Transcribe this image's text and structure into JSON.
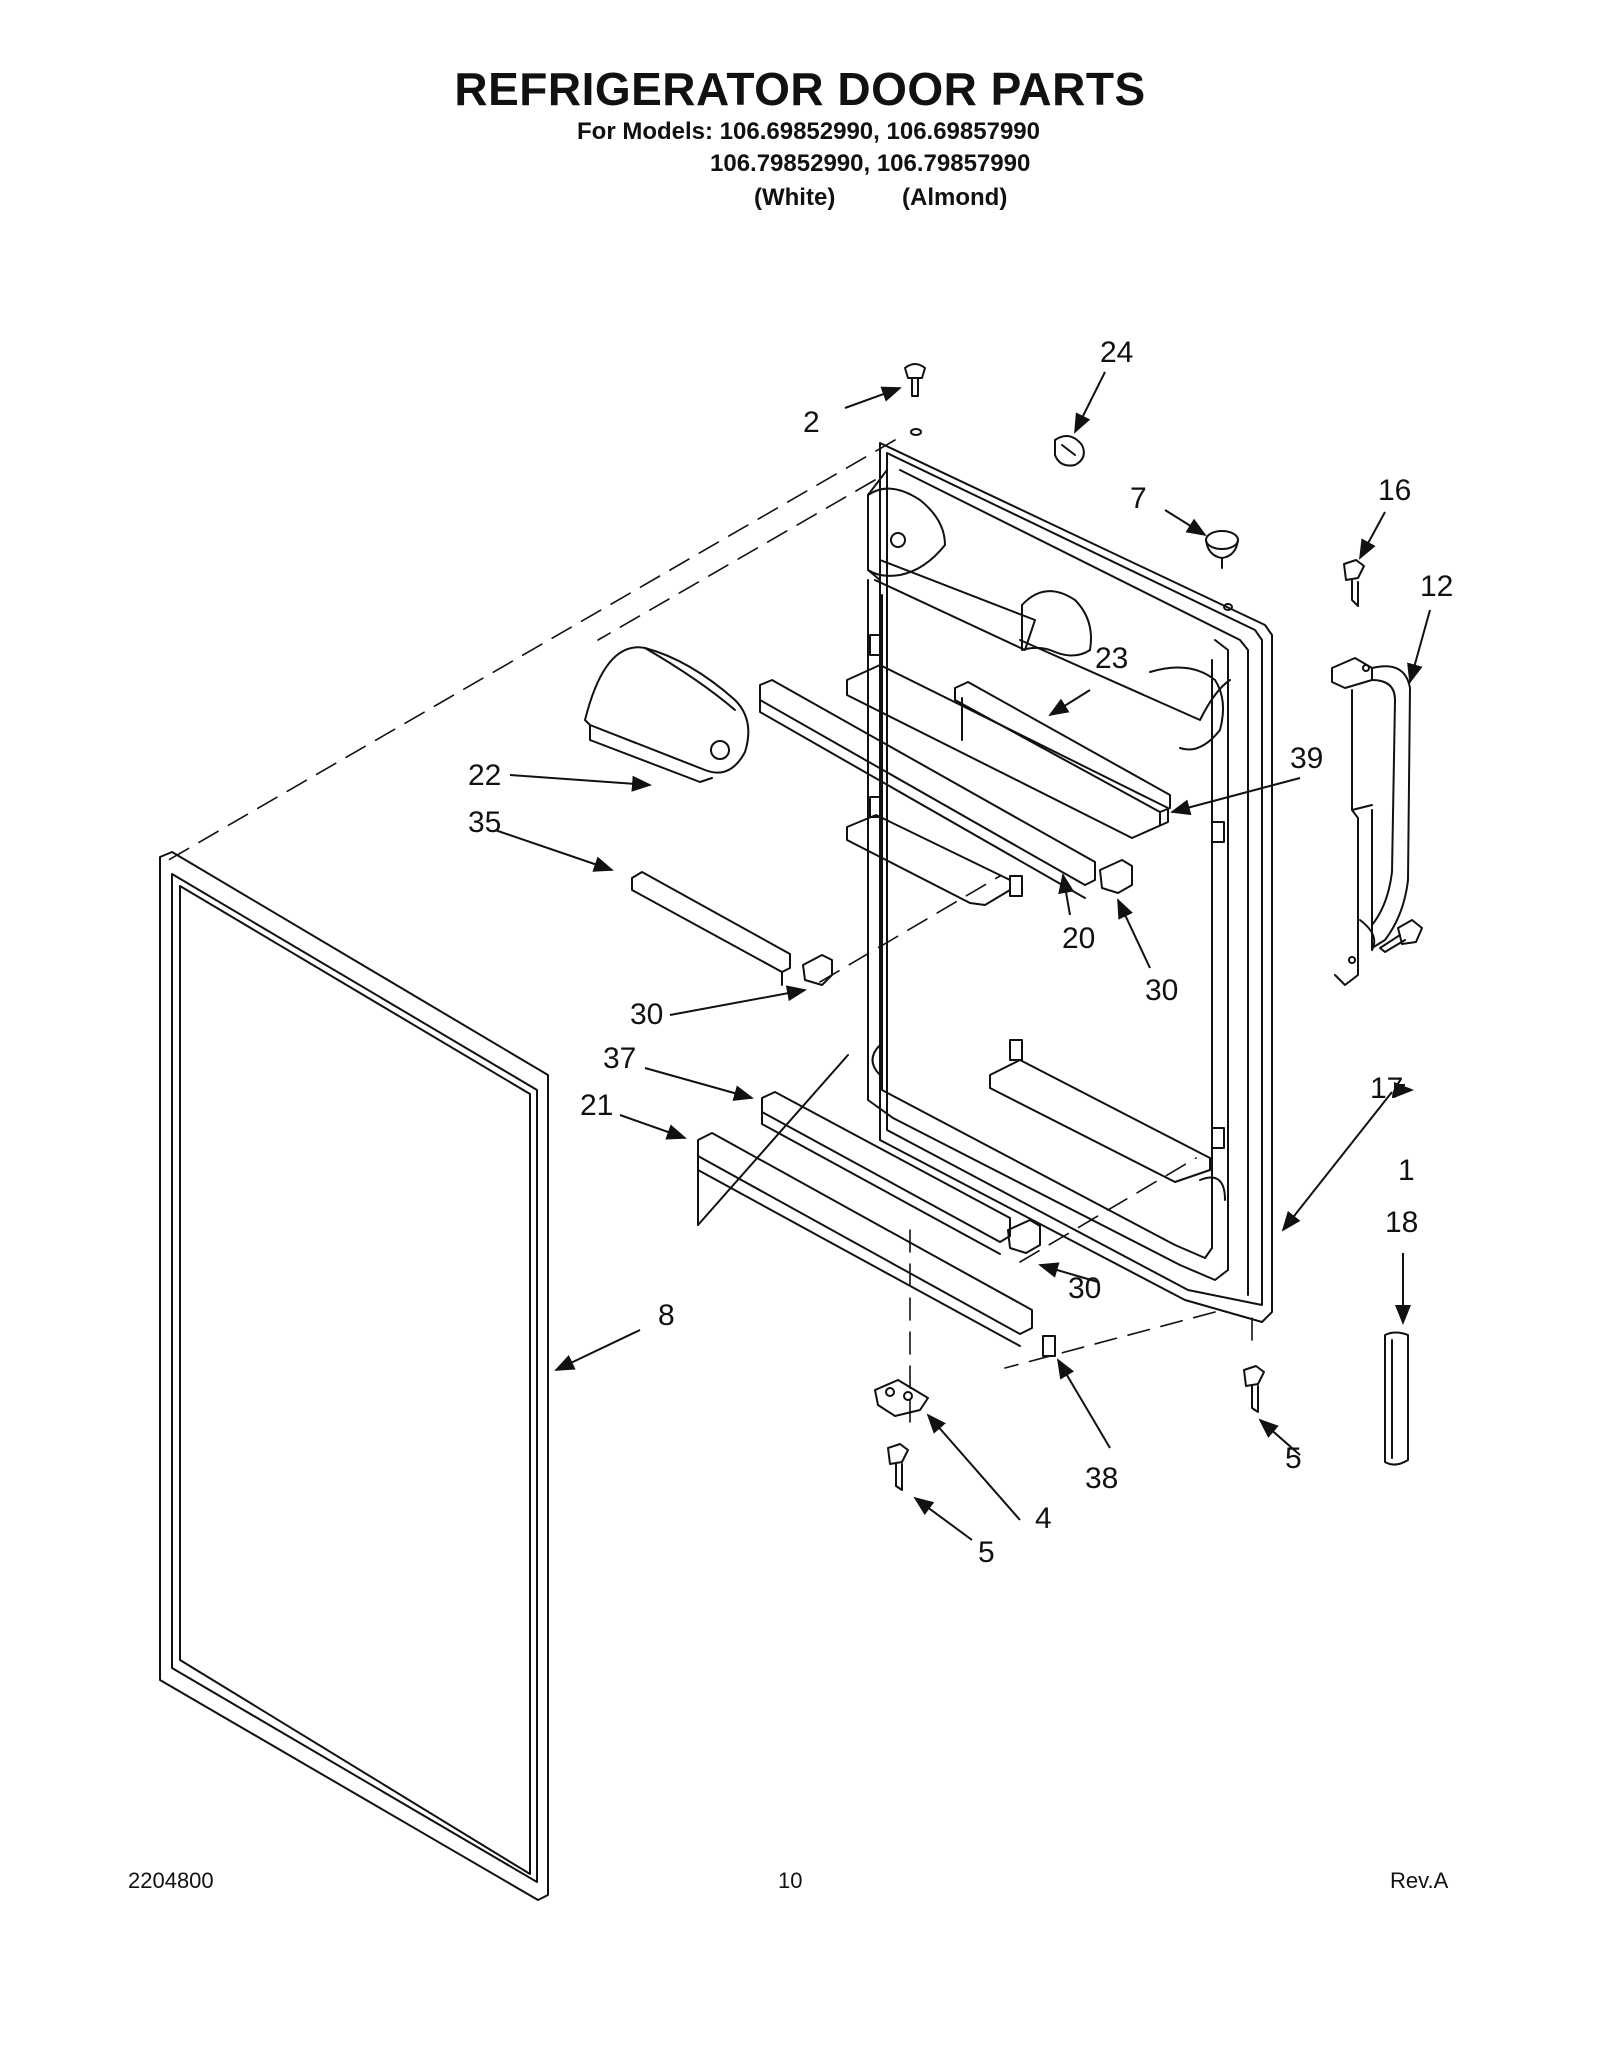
{
  "header": {
    "title": "REFRIGERATOR DOOR PARTS",
    "models_line1": "For Models: 106.69852990, 106.69857990",
    "models_line2": "106.79852990, 106.79857990",
    "color_white": "(White)",
    "color_almond": "(Almond)"
  },
  "callouts": [
    "1",
    "2",
    "4",
    "5",
    "5",
    "7",
    "8",
    "12",
    "16",
    "17",
    "18",
    "20",
    "21",
    "22",
    "23",
    "24",
    "30",
    "30",
    "30",
    "35",
    "37",
    "38",
    "39"
  ],
  "footer": {
    "doc_number": "2204800",
    "page_number": "10",
    "revision": "Rev.A"
  }
}
